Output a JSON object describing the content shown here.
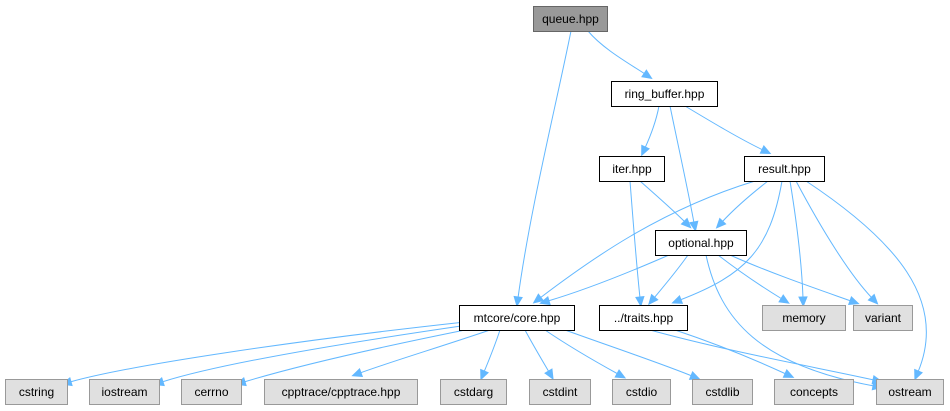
{
  "colors": {
    "edge": "#63b8ff",
    "root_fill": "#999999",
    "root_stroke": "#666666",
    "documented_fill": "#ffffff",
    "documented_stroke": "#000000",
    "external_fill": "#e0e0e0",
    "external_stroke": "#999999"
  },
  "nodes": [
    {
      "id": "queue",
      "label": "queue.hpp",
      "kind": "root"
    },
    {
      "id": "ring_buffer",
      "label": "ring_buffer.hpp",
      "kind": "documented"
    },
    {
      "id": "iter",
      "label": "iter.hpp",
      "kind": "documented"
    },
    {
      "id": "result",
      "label": "result.hpp",
      "kind": "documented"
    },
    {
      "id": "optional",
      "label": "optional.hpp",
      "kind": "documented"
    },
    {
      "id": "core",
      "label": "mtcore/core.hpp",
      "kind": "documented"
    },
    {
      "id": "traits",
      "label": "../traits.hpp",
      "kind": "documented"
    },
    {
      "id": "memory",
      "label": "memory",
      "kind": "external"
    },
    {
      "id": "variant",
      "label": "variant",
      "kind": "external"
    },
    {
      "id": "cstring",
      "label": "cstring",
      "kind": "external"
    },
    {
      "id": "iostream",
      "label": "iostream",
      "kind": "external"
    },
    {
      "id": "cerrno",
      "label": "cerrno",
      "kind": "external"
    },
    {
      "id": "cpptrace",
      "label": "cpptrace/cpptrace.hpp",
      "kind": "external"
    },
    {
      "id": "cstdarg",
      "label": "cstdarg",
      "kind": "external"
    },
    {
      "id": "cstdint",
      "label": "cstdint",
      "kind": "external"
    },
    {
      "id": "cstdio",
      "label": "cstdio",
      "kind": "external"
    },
    {
      "id": "cstdlib",
      "label": "cstdlib",
      "kind": "external"
    },
    {
      "id": "concepts",
      "label": "concepts",
      "kind": "external"
    },
    {
      "id": "ostream",
      "label": "ostream",
      "kind": "external"
    }
  ],
  "edges": [
    [
      "queue",
      "ring_buffer"
    ],
    [
      "queue",
      "core"
    ],
    [
      "ring_buffer",
      "iter"
    ],
    [
      "ring_buffer",
      "result"
    ],
    [
      "ring_buffer",
      "optional"
    ],
    [
      "iter",
      "optional"
    ],
    [
      "iter",
      "traits"
    ],
    [
      "result",
      "optional"
    ],
    [
      "result",
      "core"
    ],
    [
      "result",
      "traits"
    ],
    [
      "result",
      "memory"
    ],
    [
      "result",
      "variant"
    ],
    [
      "result",
      "ostream"
    ],
    [
      "optional",
      "core"
    ],
    [
      "optional",
      "traits"
    ],
    [
      "optional",
      "memory"
    ],
    [
      "optional",
      "variant"
    ],
    [
      "optional",
      "ostream"
    ],
    [
      "core",
      "cstring"
    ],
    [
      "core",
      "iostream"
    ],
    [
      "core",
      "cerrno"
    ],
    [
      "core",
      "cpptrace"
    ],
    [
      "core",
      "cstdarg"
    ],
    [
      "core",
      "cstdint"
    ],
    [
      "core",
      "cstdio"
    ],
    [
      "core",
      "cstdlib"
    ],
    [
      "traits",
      "concepts"
    ],
    [
      "traits",
      "ostream"
    ]
  ]
}
